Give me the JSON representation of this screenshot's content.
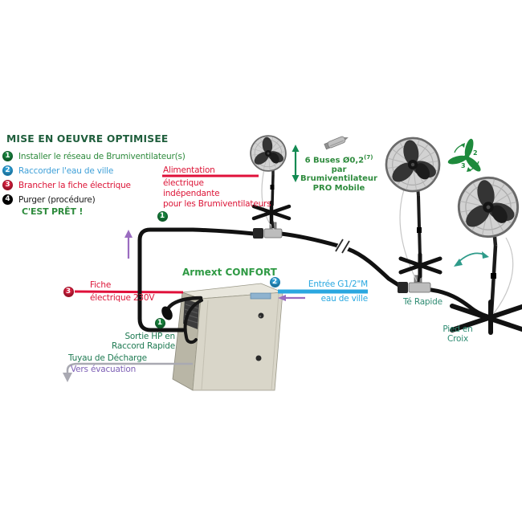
{
  "panel": {
    "title": "MISE EN OEUVRE OPTIMISEE",
    "steps": [
      {
        "num": "1",
        "label": "Installer le réseau de Brumiventilateur(s)"
      },
      {
        "num": "2",
        "label": "Raccorder l'eau de ville"
      },
      {
        "num": "3",
        "label": "Brancher la fiche électrique"
      },
      {
        "num": "4",
        "label": "Purger (procédure)"
      }
    ],
    "ready": "C'EST PRÊT !"
  },
  "annotations": {
    "power_line1": "Alimentation",
    "power_line2": "électrique",
    "power_line3": "indépendante",
    "power_line4": "pour les Brumiventilateurs",
    "buses_line1": "6 Buses Ø0,2",
    "buses_sup": "(7)",
    "buses_line2": "par",
    "buses_line3": "Brumiventilateur",
    "buses_line4": "PRO Mobile",
    "box_title": "Armext CONFORT",
    "water_in_1": "Entrée G1/2\"M",
    "water_in_2": "eau de ville",
    "plug_1": "Fiche",
    "plug_2": "électrique 230V",
    "hp_out_1": "Sortie HP en",
    "hp_out_2": "Raccord Rapide",
    "drain_1": "Tuyau de Décharge",
    "drain_2": "Vers évacuation",
    "tee_label": "Té Rapide",
    "foot_1": "Pied en",
    "foot_2": "Croix",
    "badge_hose": "1",
    "badge_hp": "1",
    "badge_water": "2",
    "badge_plug": "3",
    "prop_num2": "2",
    "prop_num3": "3"
  },
  "colors": {
    "step_green": "#2e8b3d",
    "step_blue": "#3fa0d8",
    "step_red": "#dc1638",
    "water_blue": "#2aa7e0",
    "power_red": "#e0103a",
    "hose_black": "#111111",
    "teal_label": "#1e7a52",
    "purple": "#9a6cc0",
    "cabinet_beige": "#d9d6c9"
  }
}
